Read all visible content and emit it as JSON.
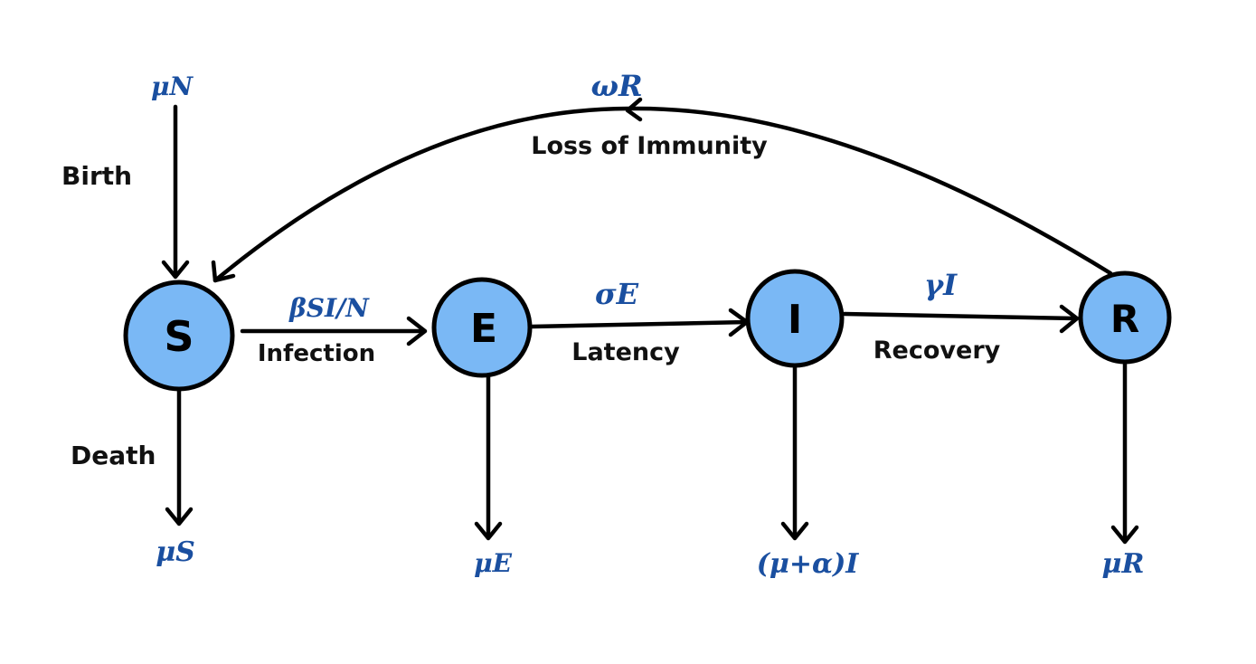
{
  "compartments": {
    "s": "S",
    "e": "E",
    "i": "I",
    "r": "R"
  },
  "transitions": {
    "birth_rate": "μN",
    "birth_label": "Birth",
    "death_label": "Death",
    "death_s": "μS",
    "death_e": "μE",
    "death_i": "(μ+α)I",
    "death_r": "μR",
    "infection_rate": "βSI/N",
    "infection_label": "Infection",
    "latency_rate": "σE",
    "latency_label": "Latency",
    "recovery_rate": "γI",
    "recovery_label": "Recovery",
    "immunity_loss_rate": "ωR",
    "immunity_loss_label": "Loss of Immunity"
  },
  "colors": {
    "node_fill": "#7ab8f5",
    "rate_text": "#1a4fa0",
    "stroke": "#000000"
  }
}
